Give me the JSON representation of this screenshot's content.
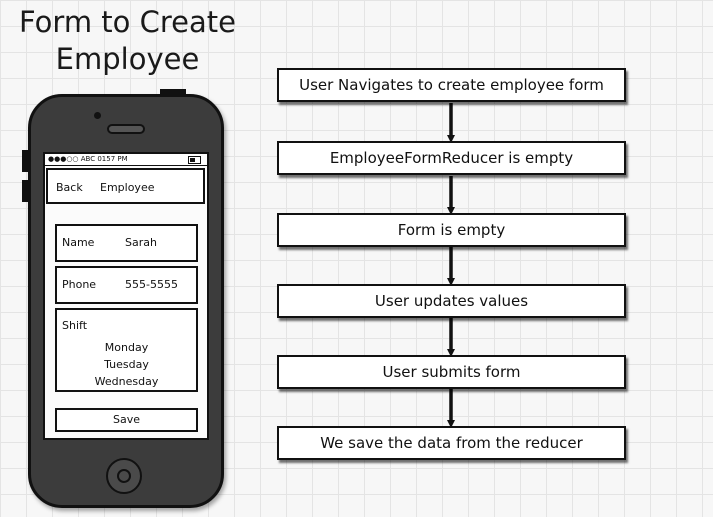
{
  "title_lines": [
    "Form to Create",
    "Employee"
  ],
  "phone": {
    "status": "●●●○○ ABC  0157 PM",
    "nav": {
      "back": "Back",
      "title": "Employee"
    },
    "fields": [
      {
        "label": "Name",
        "value": "Sarah"
      },
      {
        "label": "Phone",
        "value": "555-5555"
      }
    ],
    "shift": {
      "label": "Shift",
      "days": [
        "Monday",
        "Tuesday",
        "Wednesday"
      ]
    },
    "save_label": "Save"
  },
  "flow": [
    "User Navigates to create employee form",
    "EmployeeFormReducer is empty",
    "Form is empty",
    "User updates values",
    "User submits form",
    "We save the data from the reducer"
  ]
}
